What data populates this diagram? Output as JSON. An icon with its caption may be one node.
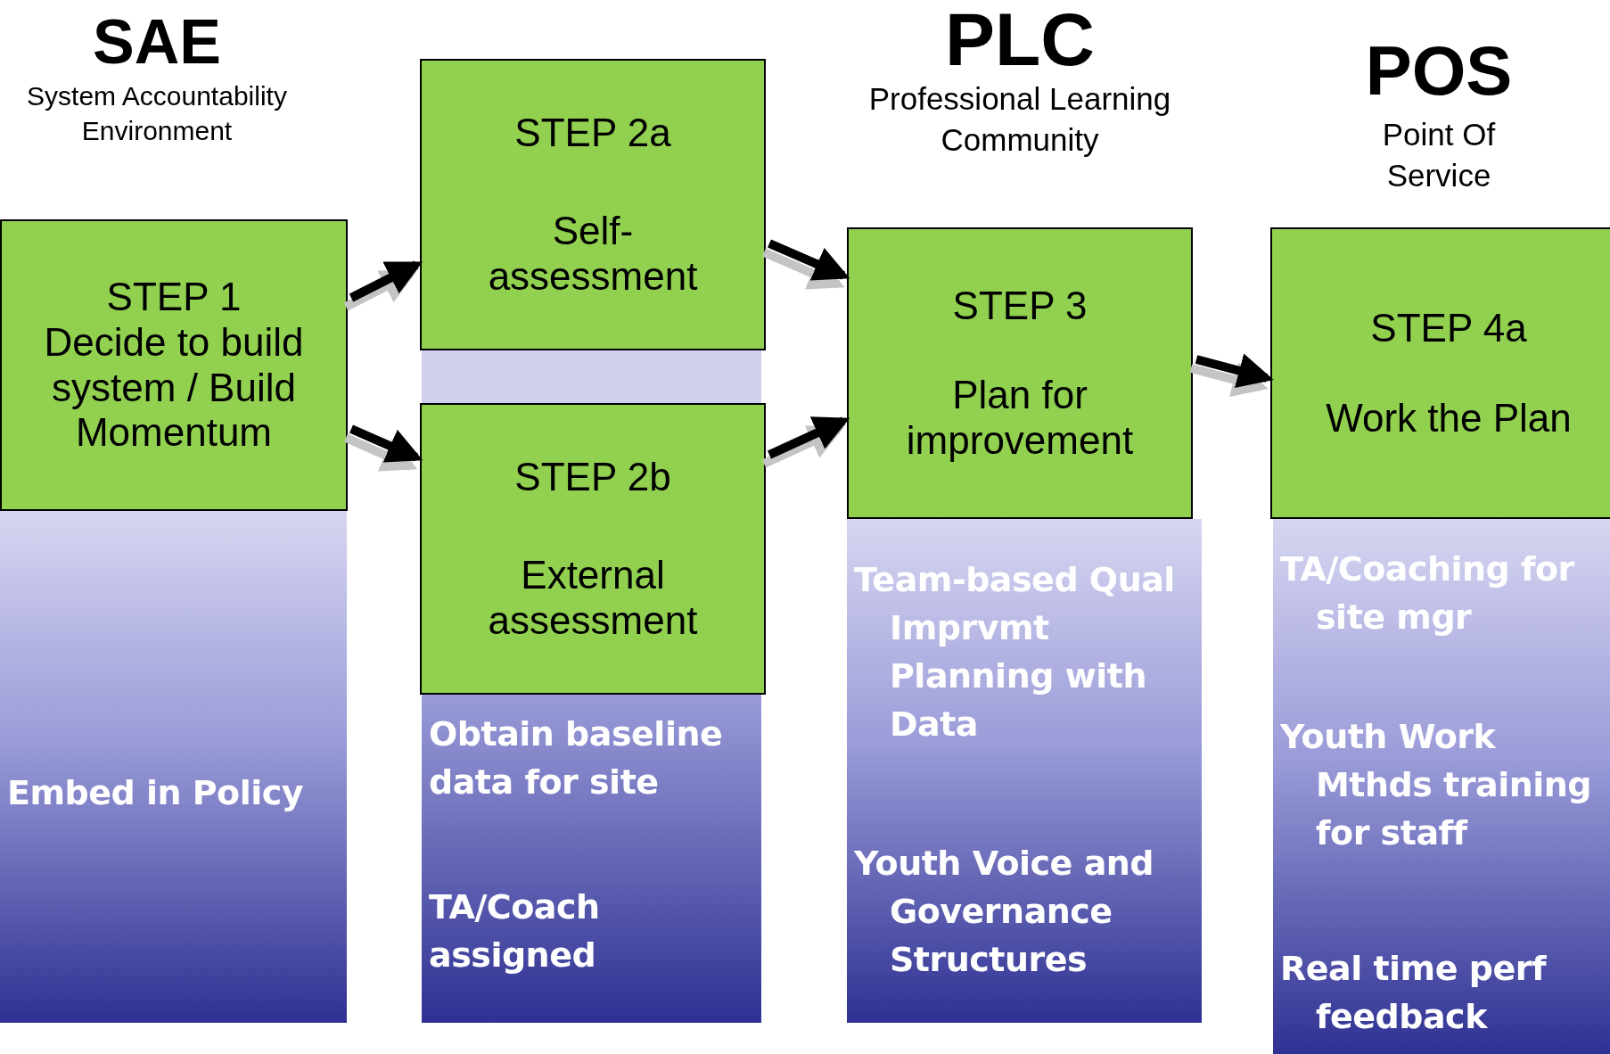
{
  "diagram": {
    "nodes": [
      {
        "text": [
          "STEP 1",
          "Decide to build system / Build Momentum"
        ]
      },
      {
        "text": [
          "Embed in Policy"
        ]
      },
      {
        "text": [
          "STEP 2a",
          "Self- assessment"
        ]
      },
      {
        "text": [
          "STEP 2b",
          "External assessment"
        ]
      },
      {
        "text": [
          "Obtain baseline data for site",
          "TA/Coach assigned"
        ]
      },
      {
        "text": [
          "STEP 3",
          "Plan for improvement"
        ]
      },
      {
        "text": [
          "Team-based Qual Imprvmt Planning with Data",
          "Youth Voice and Governance Structures"
        ]
      },
      {
        "text": [
          "STEP 4a",
          "Work the Plan"
        ]
      },
      {
        "text": [
          "TA/Coaching for site mgr",
          "Youth Work Mthds training for staff",
          "Real time perf feedback"
        ]
      }
    ],
    "edges": [
      {
        "from": 0,
        "to": 2,
        "arrow": "to"
      },
      {
        "from": 0,
        "to": 3,
        "arrow": "to"
      },
      {
        "from": 2,
        "to": 5,
        "arrow": "to"
      },
      {
        "from": 3,
        "to": 5,
        "arrow": "to"
      },
      {
        "from": 5,
        "to": 7,
        "arrow": "to"
      }
    ],
    "labels": [
      "SAE",
      "System Accountability Environment",
      "PLC",
      "Professional Learning Community",
      "POS",
      "Point Of Service"
    ]
  }
}
